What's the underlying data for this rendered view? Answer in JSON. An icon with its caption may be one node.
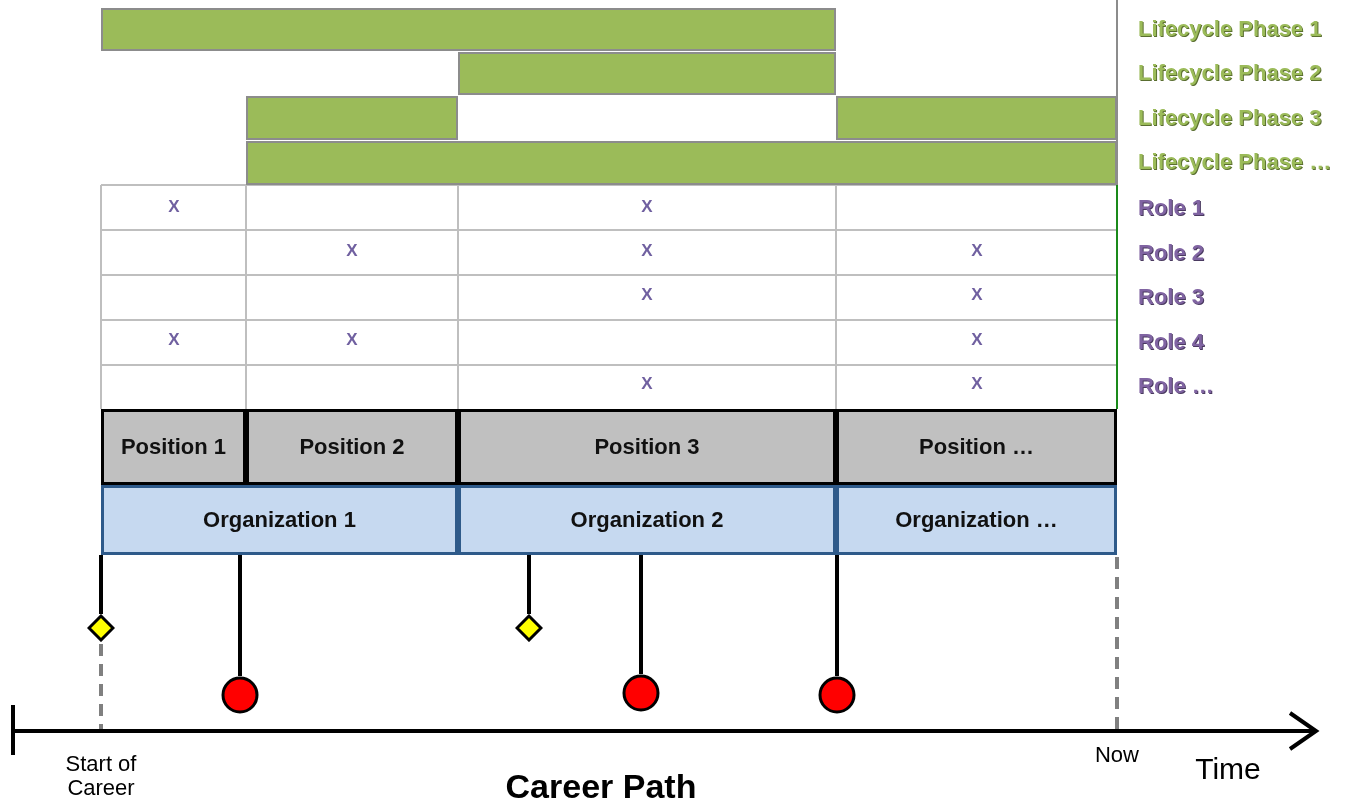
{
  "diagram": {
    "caption": "Career Path",
    "nodes": [
      {
        "text": [],
        "shape": "bar"
      },
      {
        "text": [],
        "shape": "bar"
      },
      {
        "text": [],
        "shape": "bar"
      },
      {
        "text": [],
        "shape": "bar"
      },
      {
        "text": [],
        "shape": "bar"
      },
      {
        "text": [
          "Position 1"
        ]
      },
      {
        "text": [
          "Position 2"
        ]
      },
      {
        "text": [
          "Position 3"
        ]
      },
      {
        "text": [
          "Position …"
        ]
      },
      {
        "text": [
          "Organization 1"
        ]
      },
      {
        "text": [
          "Organization 2"
        ]
      },
      {
        "text": [
          "Organization …"
        ]
      },
      {
        "text": [],
        "shape": "diamond"
      },
      {
        "text": [],
        "shape": "circle"
      },
      {
        "text": [],
        "shape": "diamond"
      },
      {
        "text": [],
        "shape": "circle"
      },
      {
        "text": [],
        "shape": "circle"
      }
    ],
    "edges": [
      {
        "from": 9,
        "to": 12,
        "arrow": "none"
      },
      {
        "from": 9,
        "to": 13,
        "arrow": "none"
      },
      {
        "from": 10,
        "to": 14,
        "arrow": "none"
      },
      {
        "from": 10,
        "to": 15,
        "arrow": "none"
      },
      {
        "from": 11,
        "to": 16,
        "arrow": "none"
      }
    ],
    "labels": [
      "Lifecycle Phase 1",
      "Lifecycle Phase 2",
      "Lifecycle Phase 3",
      "Lifecycle Phase …",
      "X",
      "X",
      "Role 1",
      "X",
      "X",
      "X",
      "Role 2",
      "X",
      "X",
      "Role 3",
      "X",
      "X",
      "X",
      "Role 4",
      "X",
      "X",
      "Role …",
      "Start of Career",
      "Now",
      "Time"
    ]
  }
}
